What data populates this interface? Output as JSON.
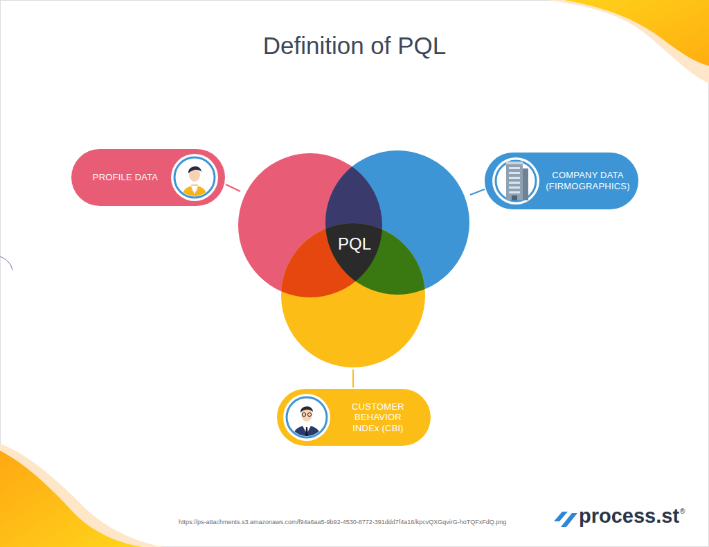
{
  "diagram": {
    "title": "Definition of PQL",
    "nodes": [
      {
        "text": [
          "PROFILE DATA"
        ]
      },
      {
        "text": [
          "COMPANY DATA (FIRMOGRAPHICS)"
        ]
      },
      {
        "text": [
          "PQL"
        ]
      },
      {
        "text": [
          "CUSTOMER BEHAVIOR INDEx (CBI)"
        ]
      }
    ],
    "labels": [
      "https://ps-attachments.s3.amazonaws.com/f94a6aa5-9b92-4530-8772-391ddd7f4a16/kpcvQXGqvirG-hoTQFxFdQ.png",
      "process.st",
      "®"
    ]
  }
}
